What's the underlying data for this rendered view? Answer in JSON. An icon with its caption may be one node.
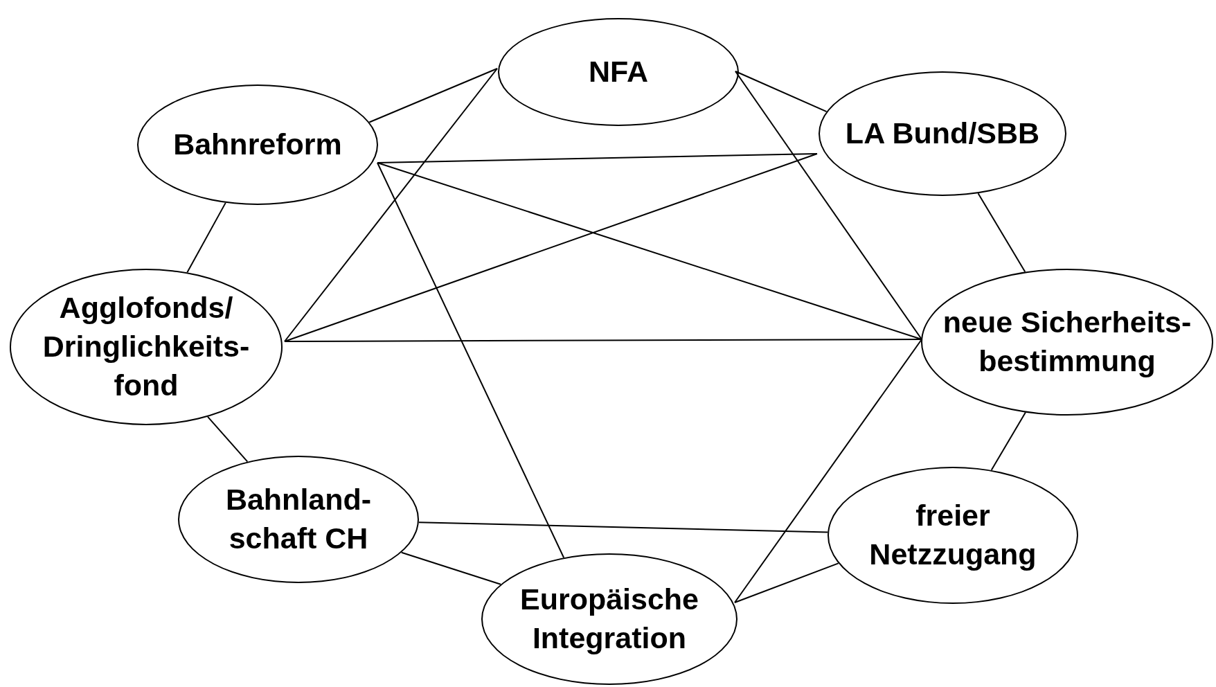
{
  "diagram": {
    "nodes": [
      {
        "text": [
          "NFA"
        ]
      },
      {
        "text": [
          "Bahnreform"
        ]
      },
      {
        "text": [
          "LA Bund/SBB"
        ]
      },
      {
        "text": [
          "Agglofonds/ Dringlichkeits- fond"
        ]
      },
      {
        "text": [
          "neue Sicherheits- bestimmung"
        ]
      },
      {
        "text": [
          "Bahnland- schaft CH"
        ]
      },
      {
        "text": [
          "freier Netzzugang"
        ]
      },
      {
        "text": [
          "Europäische Integration"
        ]
      }
    ],
    "edges": [
      {
        "from": 1,
        "to": 0,
        "arrow": "none"
      },
      {
        "from": 0,
        "to": 2,
        "arrow": "none"
      },
      {
        "from": 0,
        "to": 3,
        "arrow": "none"
      },
      {
        "from": 0,
        "to": 4,
        "arrow": "none"
      },
      {
        "from": 1,
        "to": 2,
        "arrow": "none"
      },
      {
        "from": 1,
        "to": 4,
        "arrow": "none"
      },
      {
        "from": 1,
        "to": 7,
        "arrow": "none"
      },
      {
        "from": 1,
        "to": 3,
        "arrow": "none"
      },
      {
        "from": 2,
        "to": 3,
        "arrow": "none"
      },
      {
        "from": 2,
        "to": 4,
        "arrow": "none"
      },
      {
        "from": 3,
        "to": 4,
        "arrow": "none"
      },
      {
        "from": 3,
        "to": 5,
        "arrow": "none"
      },
      {
        "from": 4,
        "to": 7,
        "arrow": "none"
      },
      {
        "from": 4,
        "to": 6,
        "arrow": "none"
      },
      {
        "from": 5,
        "to": 6,
        "arrow": "none"
      },
      {
        "from": 5,
        "to": 7,
        "arrow": "none"
      },
      {
        "from": 6,
        "to": 7,
        "arrow": "none"
      }
    ]
  }
}
